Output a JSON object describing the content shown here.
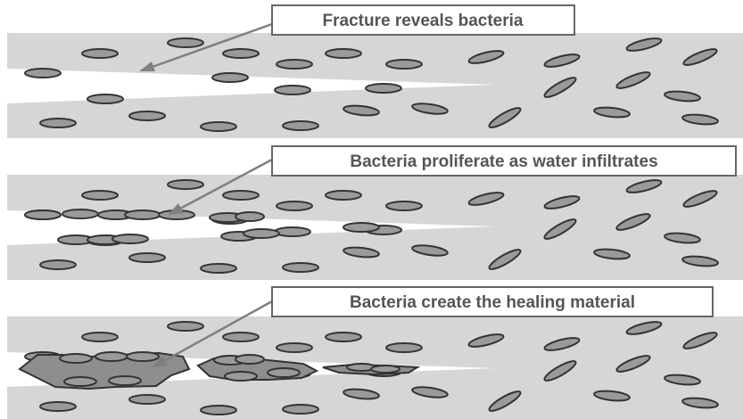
{
  "panels": [
    {
      "caption": "Fracture reveals bacteria"
    },
    {
      "caption": "Bacteria proliferate as water infiltrates"
    },
    {
      "caption": "Bacteria create the healing material"
    }
  ],
  "colors": {
    "concrete": "#d6d6d6",
    "bacteria_fill": "#9a9a9a",
    "outline": "#333333",
    "crack": "#ffffff",
    "arrow": "#808080",
    "caption_text": "#555555"
  }
}
